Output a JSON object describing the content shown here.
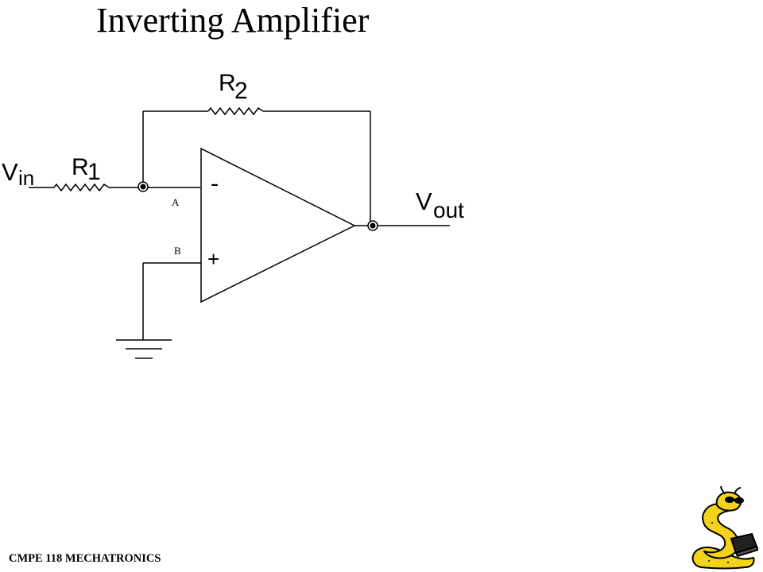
{
  "title": "Inverting Amplifier",
  "footer": "CMPE 118 MECHATRONICS",
  "labels": {
    "r2_letter": "R",
    "r2_subscript": "2",
    "r1_letter": "R",
    "r1_subscript": "1",
    "vin_letter": "V",
    "vin_subscript": "in",
    "vout_letter": "V",
    "vout_subscript": "out",
    "node_a": "A",
    "node_b": "B",
    "minus_sign": "-",
    "plus_sign": "+"
  },
  "colors": {
    "line": "#000000",
    "mascot_body": "#F2D21B",
    "mascot_outline": "#000000"
  }
}
